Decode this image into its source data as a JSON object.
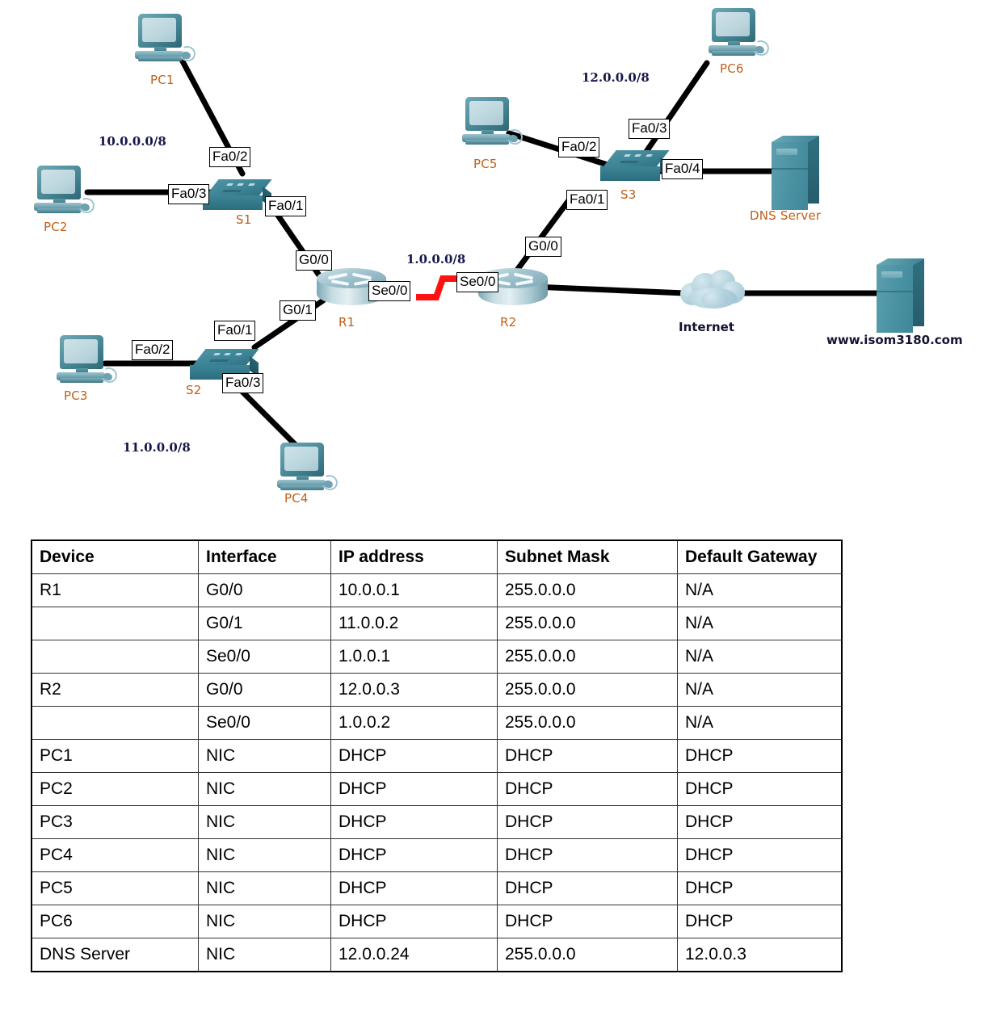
{
  "diagram": {
    "title": "Network topology",
    "networks": [
      {
        "id": "n10",
        "label": "10.0.0.0/8"
      },
      {
        "id": "n11",
        "label": "11.0.0.0/8"
      },
      {
        "id": "n12",
        "label": "12.0.0.0/8"
      },
      {
        "id": "n1",
        "label": "1.0.0.0/8"
      }
    ],
    "devices": [
      {
        "id": "pc1",
        "label": "PC1",
        "type": "pc"
      },
      {
        "id": "pc2",
        "label": "PC2",
        "type": "pc"
      },
      {
        "id": "pc3",
        "label": "PC3",
        "type": "pc"
      },
      {
        "id": "pc4",
        "label": "PC4",
        "type": "pc"
      },
      {
        "id": "pc5",
        "label": "PC5",
        "type": "pc"
      },
      {
        "id": "pc6",
        "label": "PC6",
        "type": "pc"
      },
      {
        "id": "s1",
        "label": "S1",
        "type": "switch"
      },
      {
        "id": "s2",
        "label": "S2",
        "type": "switch"
      },
      {
        "id": "s3",
        "label": "S3",
        "type": "switch"
      },
      {
        "id": "r1",
        "label": "R1",
        "type": "router"
      },
      {
        "id": "r2",
        "label": "R2",
        "type": "router"
      },
      {
        "id": "dns",
        "label": "DNS Server",
        "type": "server"
      },
      {
        "id": "cloud",
        "label": "Internet",
        "type": "cloud"
      },
      {
        "id": "web",
        "label": "www.isom3180.com",
        "type": "server"
      }
    ],
    "interfaces": [
      {
        "id": "s1_fa02",
        "label": "Fa0/2"
      },
      {
        "id": "s1_fa03",
        "label": "Fa0/3"
      },
      {
        "id": "s1_fa01",
        "label": "Fa0/1"
      },
      {
        "id": "r1_g00",
        "label": "G0/0"
      },
      {
        "id": "r1_g01",
        "label": "G0/1"
      },
      {
        "id": "r1_se00",
        "label": "Se0/0"
      },
      {
        "id": "s2_fa01",
        "label": "Fa0/1"
      },
      {
        "id": "s2_fa02",
        "label": "Fa0/2"
      },
      {
        "id": "s2_fa03",
        "label": "Fa0/3"
      },
      {
        "id": "r2_se00",
        "label": "Se0/0"
      },
      {
        "id": "r2_g00",
        "label": "G0/0"
      },
      {
        "id": "s3_fa01",
        "label": "Fa0/1"
      },
      {
        "id": "s3_fa02",
        "label": "Fa0/2"
      },
      {
        "id": "s3_fa03",
        "label": "Fa0/3"
      },
      {
        "id": "s3_fa04",
        "label": "Fa0/4"
      }
    ]
  },
  "table": {
    "headers": [
      "Device",
      "Interface",
      "IP address",
      "Subnet Mask",
      "Default Gateway"
    ],
    "rows": [
      {
        "device": "R1",
        "interface": "G0/0",
        "ip": "10.0.0.1",
        "mask": "255.0.0.0",
        "gw": "N/A"
      },
      {
        "device": "",
        "interface": "G0/1",
        "ip": "11.0.0.2",
        "mask": "255.0.0.0",
        "gw": "N/A"
      },
      {
        "device": "",
        "interface": "Se0/0",
        "ip": "1.0.0.1",
        "mask": "255.0.0.0",
        "gw": "N/A"
      },
      {
        "device": "R2",
        "interface": "G0/0",
        "ip": "12.0.0.3",
        "mask": "255.0.0.0",
        "gw": "N/A"
      },
      {
        "device": "",
        "interface": "Se0/0",
        "ip": "1.0.0.2",
        "mask": "255.0.0.0",
        "gw": "N/A"
      },
      {
        "device": "PC1",
        "interface": "NIC",
        "ip": "DHCP",
        "mask": "DHCP",
        "gw": "DHCP"
      },
      {
        "device": "PC2",
        "interface": "NIC",
        "ip": "DHCP",
        "mask": "DHCP",
        "gw": "DHCP"
      },
      {
        "device": "PC3",
        "interface": "NIC",
        "ip": "DHCP",
        "mask": "DHCP",
        "gw": "DHCP"
      },
      {
        "device": "PC4",
        "interface": "NIC",
        "ip": "DHCP",
        "mask": "DHCP",
        "gw": "DHCP"
      },
      {
        "device": "PC5",
        "interface": "NIC",
        "ip": "DHCP",
        "mask": "DHCP",
        "gw": "DHCP"
      },
      {
        "device": "PC6",
        "interface": "NIC",
        "ip": "DHCP",
        "mask": "DHCP",
        "gw": "DHCP"
      },
      {
        "device": "DNS Server",
        "interface": "NIC",
        "ip": "12.0.0.24",
        "mask": "255.0.0.0",
        "gw": "12.0.0.3"
      }
    ]
  },
  "colors": {
    "device_label": "#c0601a",
    "network_label": "#16164a",
    "link": "#000000",
    "serial_link": "#ff0000",
    "device_teal": "#3c8597"
  }
}
